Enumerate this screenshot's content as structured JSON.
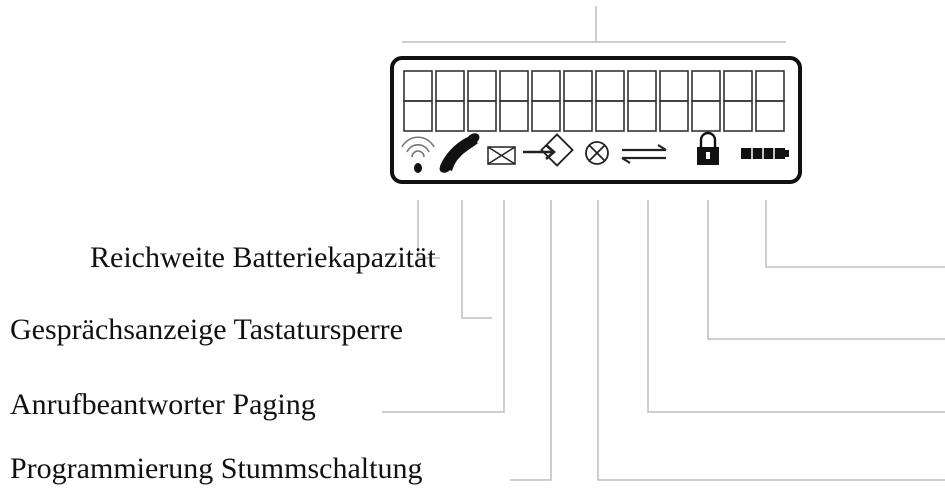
{
  "labels": [
    "Reichweite Batteriekapazität",
    "Gesprächsanzeige Tastatursperre",
    "Anrufbeantworter Paging",
    "Programmierung Stummschaltung"
  ],
  "display": {
    "digit_count": 12,
    "icons": [
      "signal-strength-icon",
      "phone-handset-icon",
      "envelope-icon",
      "programming-arrow-icon",
      "mute-icon",
      "paging-arrows-icon",
      "padlock-icon",
      "battery-icon"
    ]
  },
  "colors": {
    "line": "#bdbdbd",
    "lcd_frame": "#111111",
    "segment": "#333333"
  }
}
